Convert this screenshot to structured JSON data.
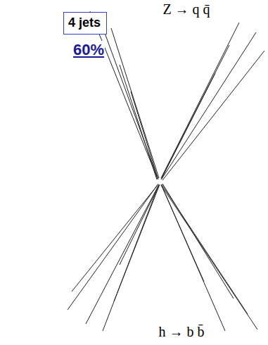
{
  "diagram": {
    "nodes": [
      {
        "text": [
          "4 jets"
        ]
      }
    ],
    "labels": [
      "Z → q q̄",
      "60%",
      "h → b b̄"
    ]
  }
}
